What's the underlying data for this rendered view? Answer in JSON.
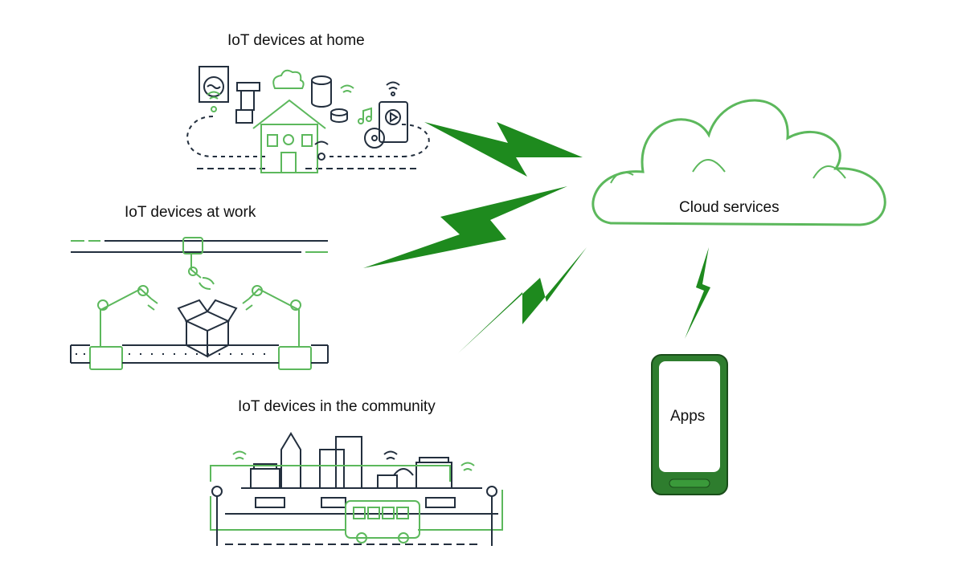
{
  "labels": {
    "home": "IoT devices at home",
    "work": "IoT devices at work",
    "community": "IoT devices in the community",
    "cloud": "Cloud services",
    "apps": "Apps"
  },
  "colors": {
    "accent_green": "#5cb85c",
    "bolt_green": "#1e8a1e",
    "dark_line": "#232f3e",
    "phone_green": "#2e7d2e"
  },
  "icons": [
    "house-icon",
    "robot-arm-icon",
    "box-icon",
    "city-icon",
    "bus-icon",
    "cloud-icon",
    "phone-icon",
    "lightning-bolt-icon",
    "wifi-icon"
  ]
}
